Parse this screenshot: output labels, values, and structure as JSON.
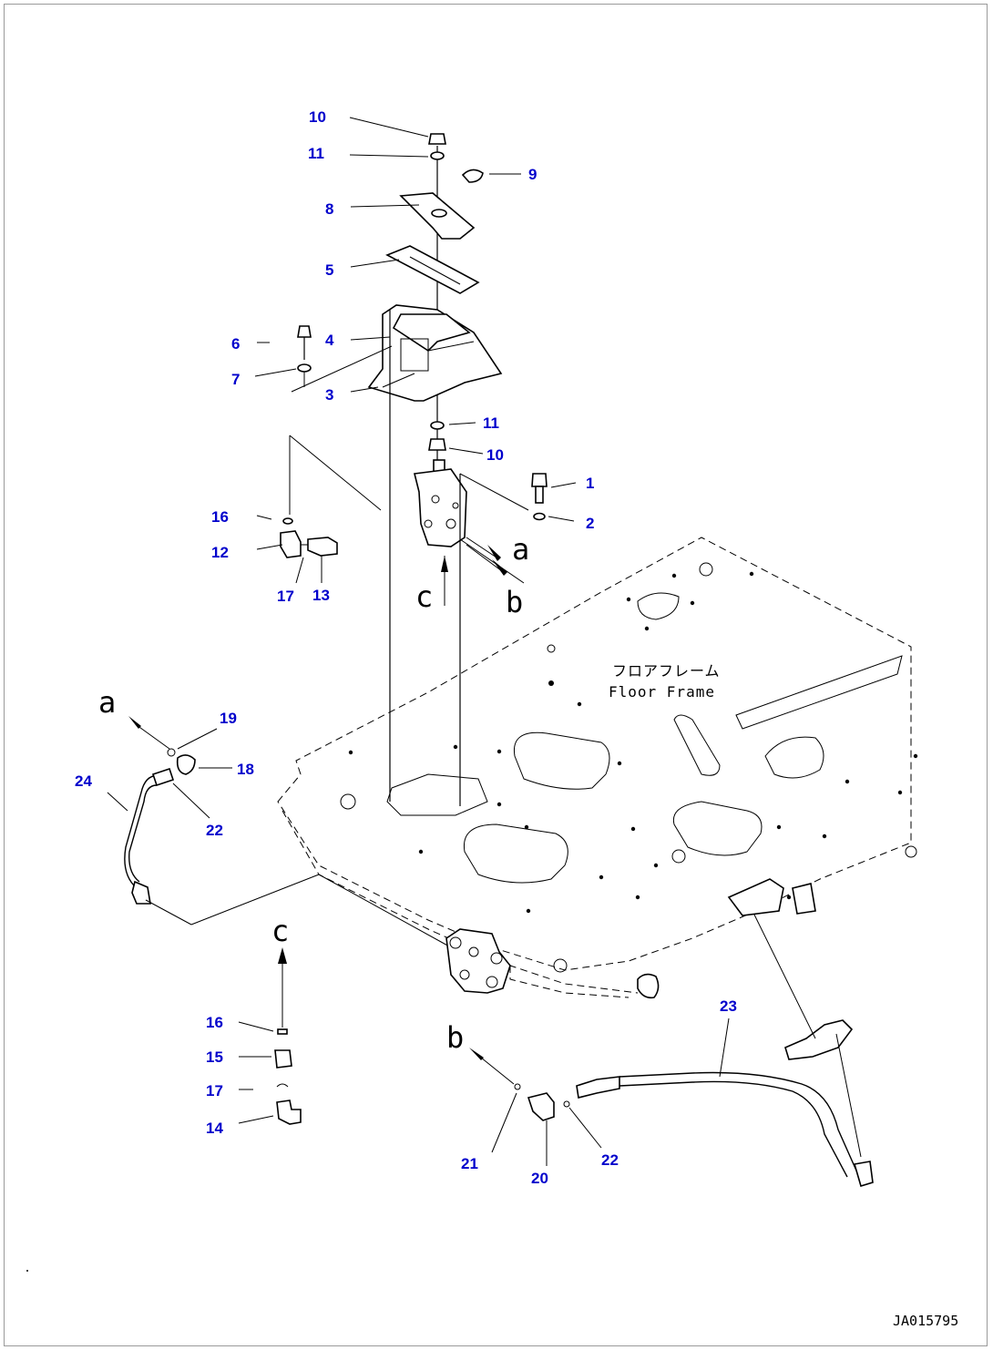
{
  "diagram": {
    "callouts": [
      {
        "id": "c10a",
        "text": "10"
      },
      {
        "id": "c11a",
        "text": "11"
      },
      {
        "id": "c9",
        "text": "9"
      },
      {
        "id": "c8",
        "text": "8"
      },
      {
        "id": "c5",
        "text": "5"
      },
      {
        "id": "c6",
        "text": "6"
      },
      {
        "id": "c4",
        "text": "4"
      },
      {
        "id": "c7",
        "text": "7"
      },
      {
        "id": "c3",
        "text": "3"
      },
      {
        "id": "c11b",
        "text": "11"
      },
      {
        "id": "c10b",
        "text": "10"
      },
      {
        "id": "c1",
        "text": "1"
      },
      {
        "id": "c2",
        "text": "2"
      },
      {
        "id": "c16a",
        "text": "16"
      },
      {
        "id": "c12",
        "text": "12"
      },
      {
        "id": "c17a",
        "text": "17"
      },
      {
        "id": "c13",
        "text": "13"
      },
      {
        "id": "c19",
        "text": "19"
      },
      {
        "id": "c18",
        "text": "18"
      },
      {
        "id": "c24",
        "text": "24"
      },
      {
        "id": "c22a",
        "text": "22"
      },
      {
        "id": "c16b",
        "text": "16"
      },
      {
        "id": "c15",
        "text": "15"
      },
      {
        "id": "c17b",
        "text": "17"
      },
      {
        "id": "c14",
        "text": "14"
      },
      {
        "id": "c23",
        "text": "23"
      },
      {
        "id": "c21",
        "text": "21"
      },
      {
        "id": "c20",
        "text": "20"
      },
      {
        "id": "c22b",
        "text": "22"
      }
    ],
    "views": {
      "a_top": "a",
      "b_top": "b",
      "c_top": "c",
      "a_detail": "a",
      "b_detail": "b",
      "c_detail": "c"
    },
    "floor_frame_jp": "フロアフレーム",
    "floor_frame_en": "Floor Frame",
    "drawing_code": "JA015795",
    "colors": {
      "callout": "#0000cc",
      "line": "#000000",
      "background": "#ffffff"
    }
  }
}
